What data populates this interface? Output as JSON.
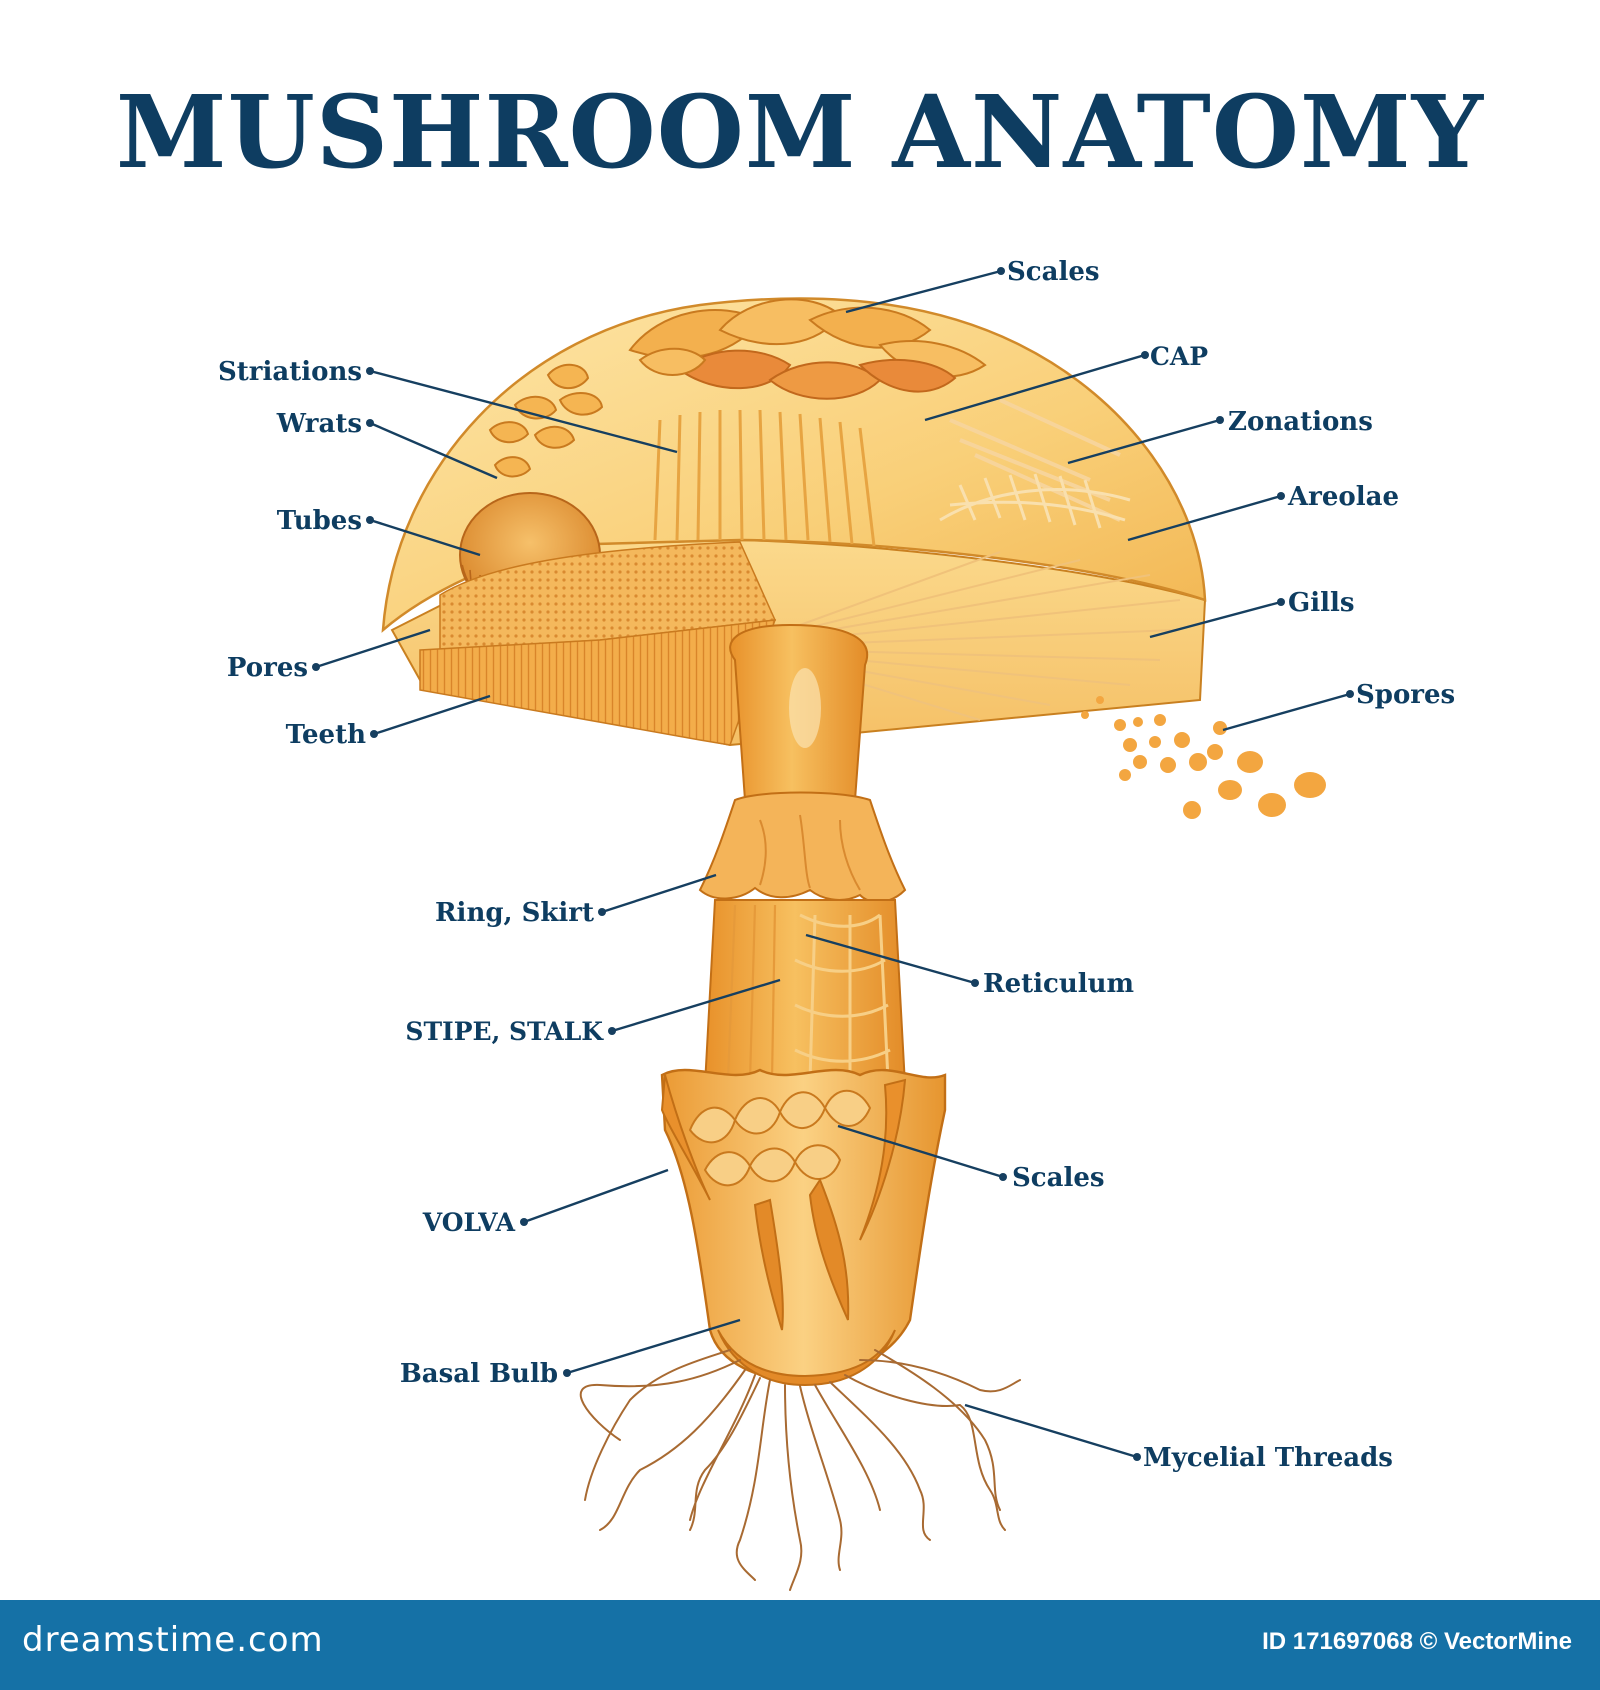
{
  "title": "MUSHROOM ANATOMY",
  "labels": {
    "scales_top": "Scales",
    "cap": "CAP",
    "zonations": "Zonations",
    "areolae": "Areolae",
    "gills": "Gills",
    "spores": "Spores",
    "striations": "Striations",
    "wrats": "Wrats",
    "tubes": "Tubes",
    "pores": "Pores",
    "teeth": "Teeth",
    "ring_skirt": "Ring, Skirt",
    "reticulum": "Reticulum",
    "stipe_stalk": "STIPE, STALK",
    "scales_bottom": "Scales",
    "volva": "VOLVA",
    "basal_bulb": "Basal Bulb",
    "mycelial_threads": "Mycelial Threads"
  },
  "footer": {
    "brand": "dreamstime.com",
    "image_id": "ID 171697068 © VectorMine"
  },
  "colors": {
    "title": "#0e3d61",
    "cap_light": "#fbd98a",
    "cap_dark": "#e8a13c",
    "stalk": "#f0a43c",
    "footer": "#1571a6"
  }
}
